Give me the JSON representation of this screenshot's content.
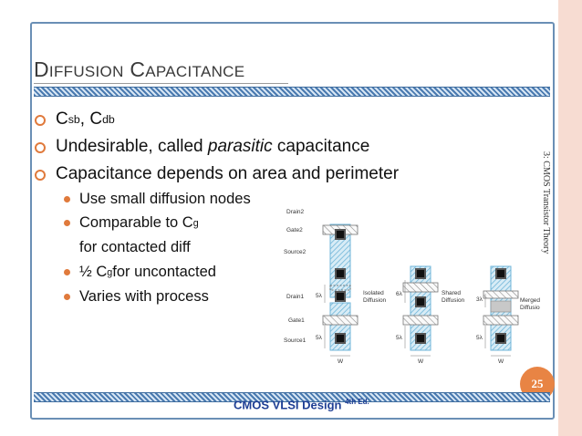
{
  "title": {
    "cap1": "D",
    "rest1": "IFFUSION",
    "cap2": "C",
    "rest2": "APACITANCE"
  },
  "bullets": {
    "b1a": "C",
    "b1a_sub": "sb",
    "b1b": ", C",
    "b1b_sub": "db",
    "b2_pre": "Undesirable, called ",
    "b2_em": "parasitic",
    "b2_post": " capacitance",
    "b3": "Capacitance depends on area and perimeter"
  },
  "subbullets": {
    "s1": "Use small diffusion nodes",
    "s2_pre": "Comparable to C",
    "s2_sub": "g",
    "s2b": "for contacted diff",
    "s3_pre": "½ C",
    "s3_sub": "g",
    "s3_post": " for uncontacted",
    "s4": "Varies with process"
  },
  "side_label": "3: CMOS Transistor Theory",
  "page_number": "25",
  "footer": {
    "text": "CMOS VLSI Design",
    "sup": "4th Ed."
  },
  "figure": {
    "labels": {
      "drain2": "Drain2",
      "gate2": "Gate2",
      "source2": "Source2",
      "drain1": "Drain1",
      "gate1": "Gate1",
      "source1": "Source1"
    },
    "captions": {
      "isolated": "Isolated\nDiffusion",
      "shared": "Shared\nDiffusion",
      "merged": "Merged\nDiffusion"
    },
    "dims": {
      "d5a": "5λ",
      "d5b": "5λ",
      "d6": "6λ",
      "d5c": "5λ",
      "d3": "3λ",
      "d5d": "5λ",
      "w": "W"
    }
  },
  "colors": {
    "accent": "#e07a3c",
    "frame": "#6a8fb5",
    "band": "#f7dcd2",
    "footer": "#1f3f94"
  }
}
